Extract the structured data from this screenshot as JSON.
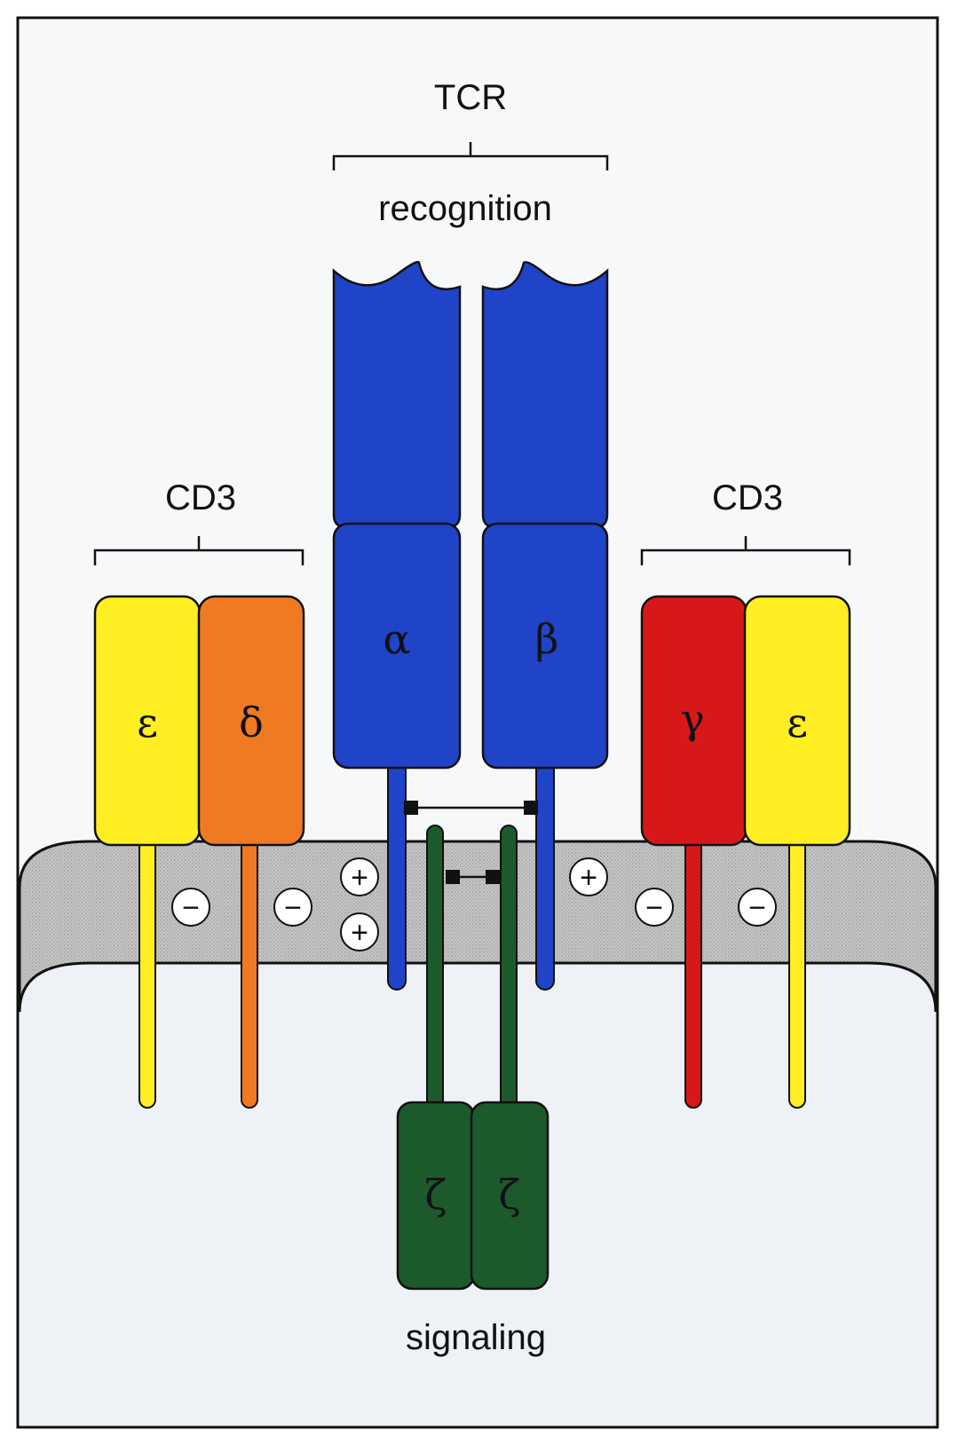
{
  "labels": {
    "tcr": "TCR",
    "recognition": "recognition",
    "cd3_left": "CD3",
    "cd3_right": "CD3",
    "signaling": "signaling"
  },
  "chains": {
    "alpha": "α",
    "beta": "β",
    "epsilon_left": "ε",
    "delta": "δ",
    "gamma": "γ",
    "epsilon_right": "ε",
    "zeta_left": "ζ",
    "zeta_right": "ζ"
  },
  "charges": {
    "plus": "+",
    "minus": "−"
  },
  "colors": {
    "tcr_blue": "#1f44c8",
    "cd3_epsilon_yellow": "#ffee22",
    "cd3_delta_orange": "#f07a22",
    "cd3_gamma_red": "#d81818",
    "zeta_green": "#1c5a2c",
    "membrane_gray": "#c8c8c8",
    "cytoplasm": "#eef1f5",
    "background": "#f6f7f9"
  }
}
